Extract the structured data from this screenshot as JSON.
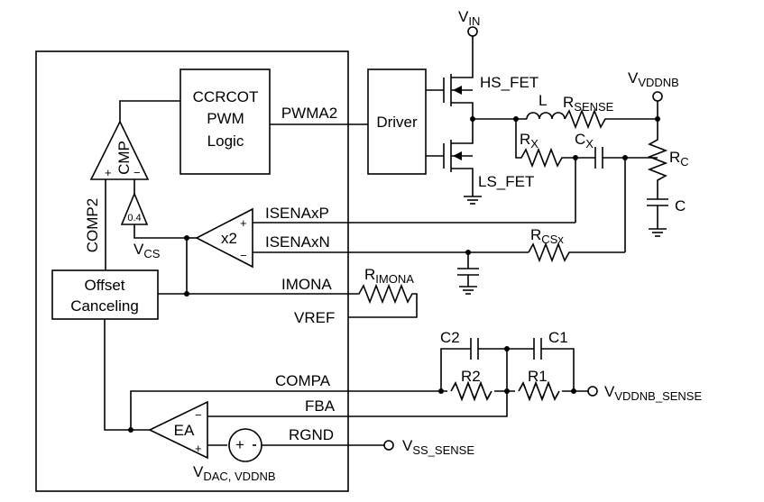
{
  "labels": {
    "vin": "V",
    "vin_sub": "IN",
    "vvddnb": "V",
    "vvddnb_sub": "VDDNB",
    "hs_fet": "HS_FET",
    "ls_fet": "LS_FET",
    "l": "L",
    "rsense": "R",
    "rsense_sub": "SENSE",
    "rx": "R",
    "rx_sub": "X",
    "cx": "C",
    "cx_sub": "X",
    "rc": "R",
    "rc_sub": "C",
    "c": "C",
    "driver": "Driver",
    "pwma2": "PWMA2",
    "logic_line1": "CCRCOT",
    "logic_line2": "PWM",
    "logic_line3": "Logic",
    "cmp": "CMP",
    "comp2": "COMP2",
    "vcs": "V",
    "vcs_sub": "CS",
    "vsrc_value": "0.4",
    "amp_gain": "x2",
    "isenap": "ISENAxP",
    "isenan": "ISENAxN",
    "rcs": "R",
    "rcs_sub": "CSx",
    "offset_line1": "Offset",
    "offset_line2": "Canceling",
    "imona": "IMONA",
    "rimona": "R",
    "rimona_sub": "IMONA",
    "vref": "VREF",
    "c2": "C2",
    "c1": "C1",
    "r2": "R2",
    "r1": "R1",
    "compa": "COMPA",
    "fba": "FBA",
    "rgnd": "RGND",
    "ea": "EA",
    "vddnb_sense": "V",
    "vddnb_sense_sub": "VDDNB_SENSE",
    "vss_sense": "V",
    "vss_sense_sub": "SS_SENSE",
    "vdac": "V",
    "vdac_sub": "DAC, VDDNB",
    "plus": "+",
    "minus": "−"
  }
}
